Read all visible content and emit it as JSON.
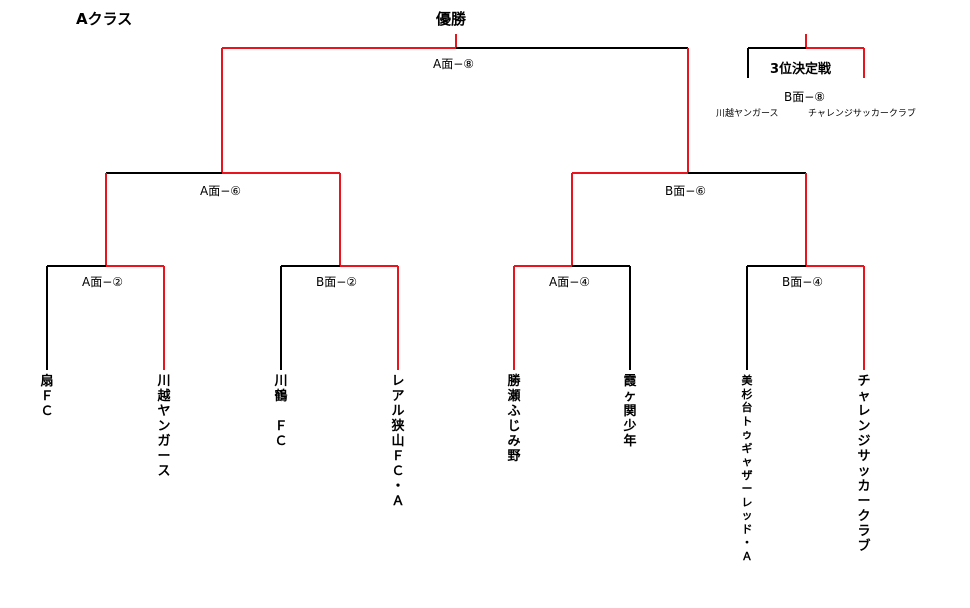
{
  "class_label": "Aクラス",
  "final_label": "優勝",
  "third_place_label": "3位決定戦",
  "matches": {
    "final": "A面−⑧",
    "third_place": "B面−⑧",
    "semi_left": "A面−⑥",
    "semi_right": "B面−⑥",
    "qf1": "A面−②",
    "qf2": "B面−②",
    "qf3": "A面−④",
    "qf4": "B面−④"
  },
  "third_place_teams": [
    "川越ヤンガース",
    "チャレンジサッカークラブ"
  ],
  "teams": [
    "扇ＦＣ",
    "川越ヤンガース",
    "川鶴　ＦＣ",
    "レアル狭山ＦＣ・Ａ",
    "勝瀬ふじみ野",
    "霞ヶ関少年",
    "美杉台トゥギャザーレッド・Ａ",
    "チャレンジサッカークラブ"
  ],
  "colors": {
    "winner": "#e8141e",
    "line": "#000000"
  }
}
